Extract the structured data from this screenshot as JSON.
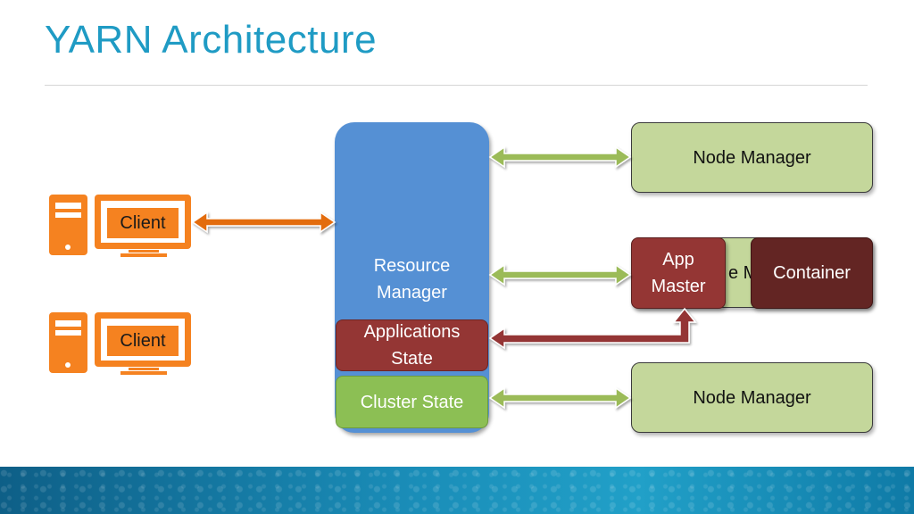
{
  "title": "YARN Architecture",
  "resource_manager": {
    "label_line1": "Resource",
    "label_line2": "Manager",
    "applications_state_line1": "Applications",
    "applications_state_line2": "State",
    "cluster_state": "Cluster State"
  },
  "node_managers": [
    {
      "label": "Node Manager"
    },
    {
      "label": "Node Manager",
      "visible_fragment": "e M"
    },
    {
      "label": "Node Manager"
    }
  ],
  "app_master": {
    "line1": "App",
    "line2": "Master"
  },
  "container": {
    "label": "Container"
  },
  "clients": [
    {
      "label": "Client"
    },
    {
      "label": "Client"
    }
  ],
  "colors": {
    "title": "#1f9bc4",
    "resource_manager": "#5590d4",
    "applications_state": "#943634",
    "cluster_state": "#8cbf54",
    "node_manager": "#c4d79b",
    "container": "#632523",
    "client_icon": "#f58220",
    "client_arrow": "#e36c09",
    "green_arrow": "#9bbb59",
    "red_arrow": "#943634"
  }
}
